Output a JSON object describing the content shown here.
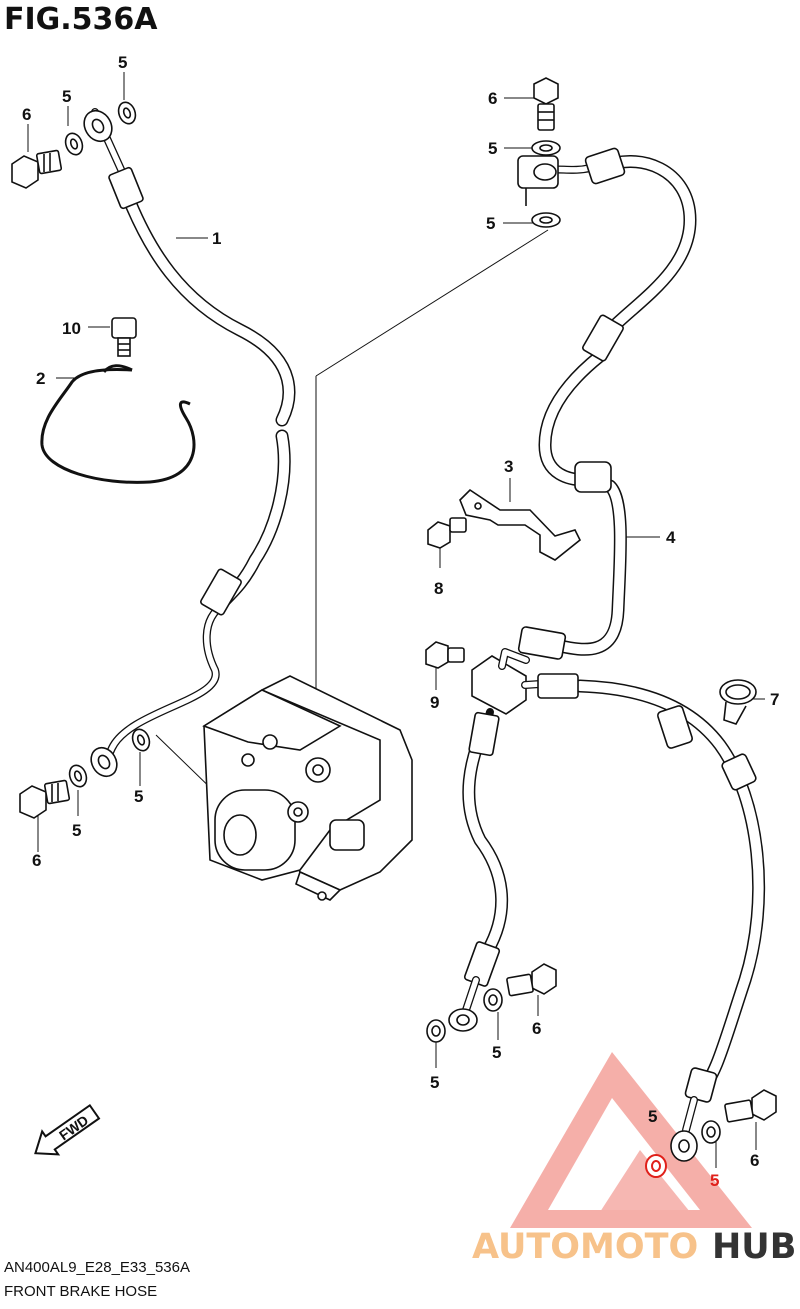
{
  "figure": {
    "title": "FIG.536A",
    "model_code": "AN400AL9_E28_E33_536A",
    "caption": "FRONT BRAKE HOSE"
  },
  "callouts": [
    "1",
    "2",
    "3",
    "4",
    "5",
    "5",
    "5",
    "5",
    "5",
    "5",
    "5",
    "5",
    "5",
    "5",
    "6",
    "6",
    "6",
    "6",
    "6",
    "7",
    "8",
    "9",
    "10"
  ],
  "arrow": {
    "label": "FWD"
  },
  "watermark": {
    "text_part1": "AUTOMOTO",
    "text_part2": "HUB",
    "color_primary": "#f4a29b",
    "color_secondary": "#f7c28a",
    "color_hub": "#333333",
    "highlight_color": "#e0201a"
  }
}
